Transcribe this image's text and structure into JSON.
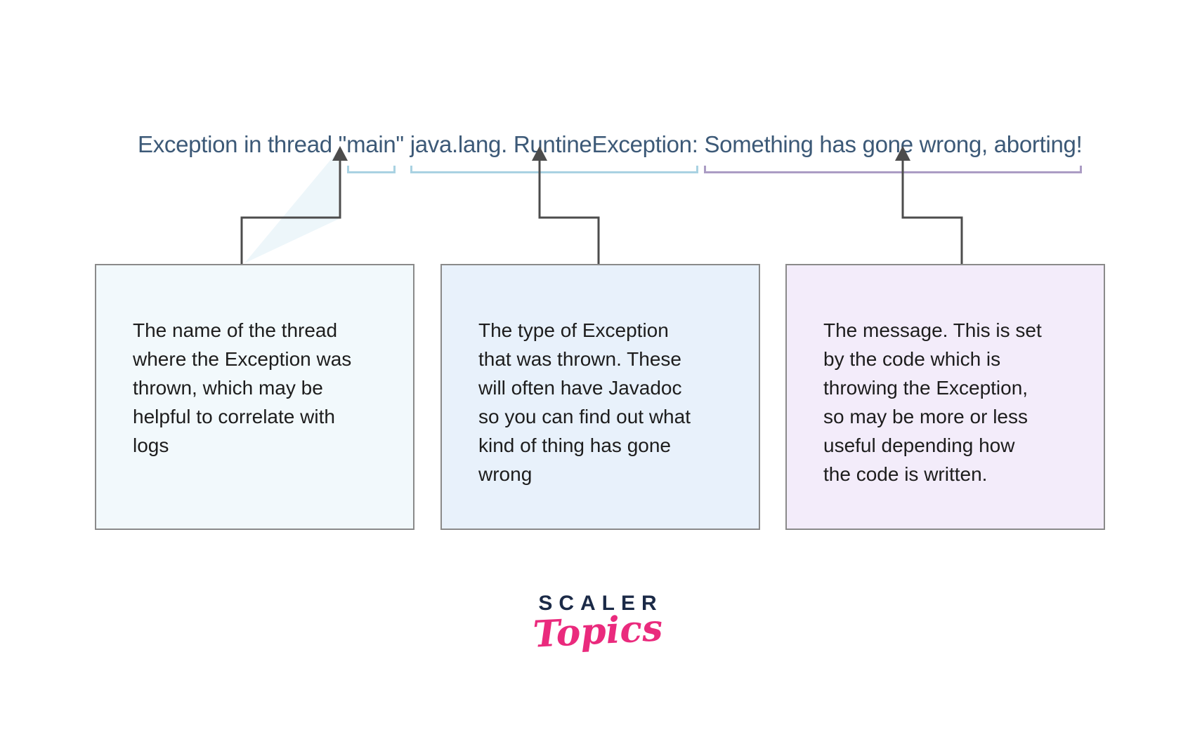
{
  "error_line": {
    "color": "#3c5977",
    "segments": [
      {
        "text": "Exception in thread "
      },
      {
        "text": "\"main\"",
        "label": "thread-name",
        "bracket_color": "#a9d2e2"
      },
      {
        "text": " "
      },
      {
        "text": "java.lang. RuntineException:",
        "label": "exception-type",
        "bracket_color": "#a9d2e2"
      },
      {
        "text": " "
      },
      {
        "text": "Something has gone wrong, aborting!",
        "label": "exception-message",
        "bracket_color": "#ab9cc4"
      }
    ]
  },
  "connectors": {
    "color": "#4c4c4c",
    "beam_color": "#dceef6"
  },
  "boxes": [
    {
      "text": "The name of the thread\nwhere the Exception was\nthrown, which may be\nhelpful to correlate with\nlogs",
      "background": "#f2f9fc",
      "border": "#8a8a8a"
    },
    {
      "text": "The type of Exception\nthat was thrown. These\nwill often have Javadoc\nso you can find out what\nkind of thing has gone\nwrong",
      "background": "#e8f1fb",
      "border": "#8a8a8a"
    },
    {
      "text": "The message. This is set\nby the code which is\nthrowing the Exception,\nso may be more or less\nuseful depending how\nthe code is written.",
      "background": "#f3ecfa",
      "border": "#8a8a8a"
    }
  ],
  "logo": {
    "brand": "SCALER",
    "product": "Topics",
    "brand_color": "#1b2a47",
    "product_color": "#ea2a7d"
  }
}
